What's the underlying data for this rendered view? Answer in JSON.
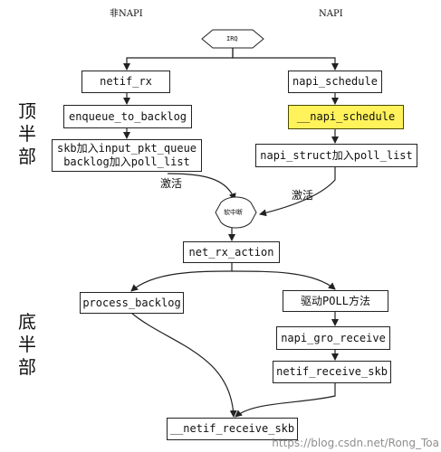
{
  "diagram": {
    "column_left": "非NAPI",
    "column_right": "NAPI",
    "irq": "IRQ",
    "top_half": "顶半部",
    "bottom_half": "底半部",
    "activate_left": "激活",
    "activate_right": "激活",
    "softirq": "软中断",
    "nodes": {
      "netif_rx": "netif_rx",
      "enqueue_to_backlog": "enqueue_to_backlog",
      "skb_queue_line1": "skb加入input_pkt_queue",
      "skb_queue_line2": "backlog加入poll_list",
      "napi_schedule": "napi_schedule",
      "napi_schedule_inner": "__napi_schedule",
      "napi_struct_poll_list": "napi_struct加入poll_list",
      "net_rx_action": "net_rx_action",
      "process_backlog": "process_backlog",
      "driver_poll": "驱动POLL方法",
      "napi_gro_receive": "napi_gro_receive",
      "netif_receive_skb": "netif_receive_skb",
      "netif_receive_skb_inner": "__netif_receive_skb"
    },
    "colors": {
      "line": "#222222",
      "highlight": "#fff25a"
    }
  },
  "watermark": "https://blog.csdn.net/Rong_Toa"
}
